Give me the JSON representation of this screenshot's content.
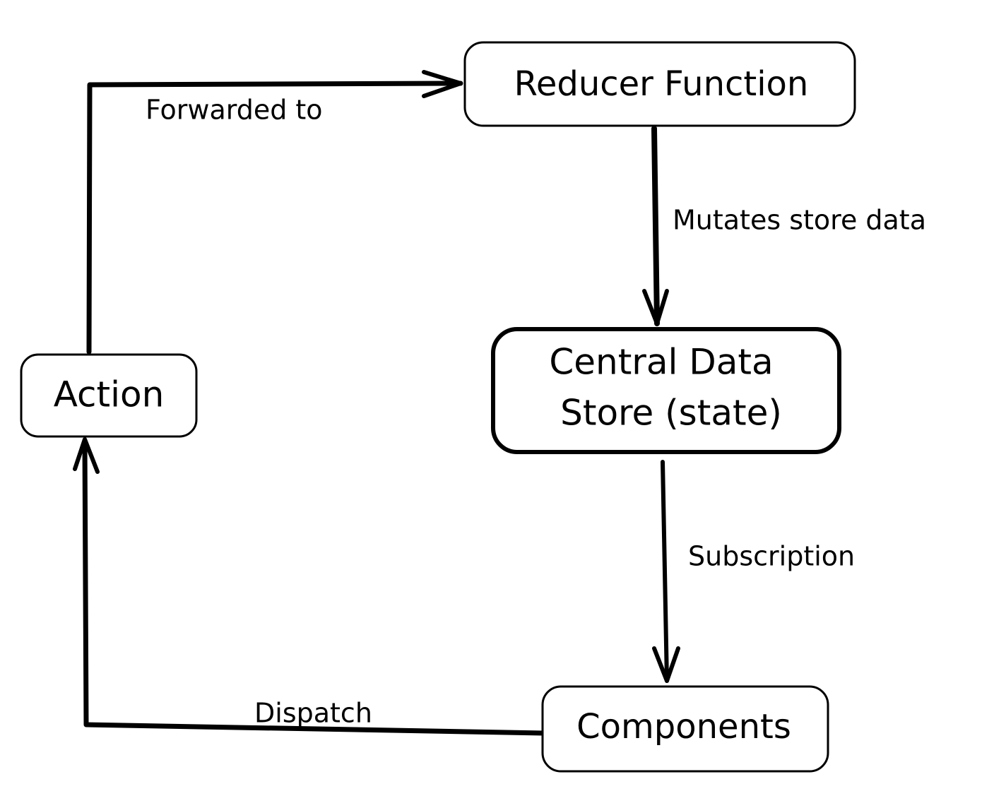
{
  "diagram": {
    "nodes": {
      "reducer": {
        "label": "Reducer Function"
      },
      "store": {
        "line1": "Central Data",
        "line2": "Store (state)"
      },
      "action": {
        "label": "Action"
      },
      "components": {
        "label": "Components"
      }
    },
    "edges": {
      "forwarded": {
        "label": "Forwarded to"
      },
      "mutates": {
        "label": "Mutates store data"
      },
      "subscription": {
        "label": "Subscription"
      },
      "dispatch": {
        "label": "Dispatch"
      }
    }
  }
}
